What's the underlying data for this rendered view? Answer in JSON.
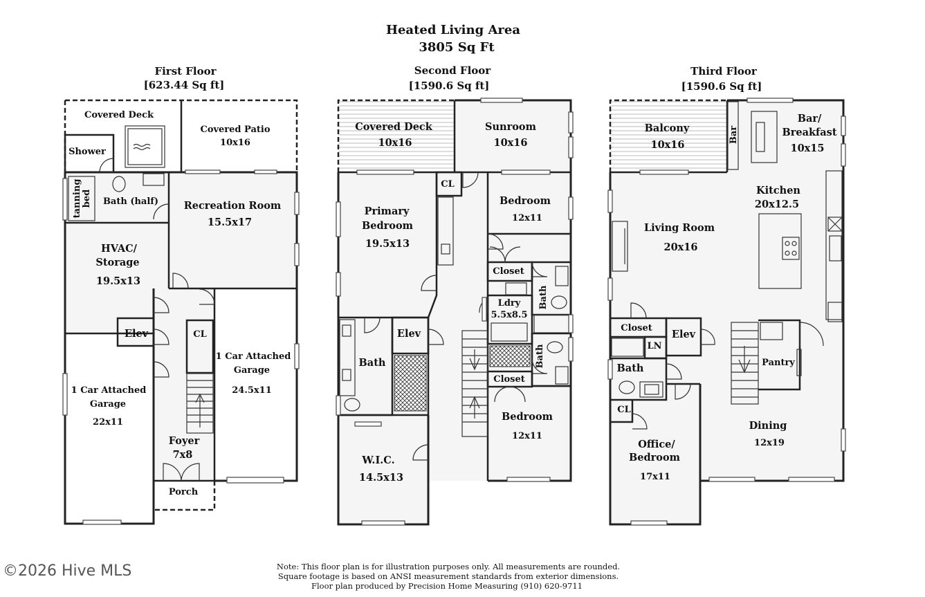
{
  "title": {
    "line1": "Heated Living Area",
    "line2": "3805 Sq Ft"
  },
  "floors": {
    "first": {
      "name": "First Floor",
      "area": "[623.44 Sq ft]",
      "rooms": {
        "covered_deck": "Covered Deck",
        "covered_patio": "Covered Patio",
        "covered_patio_size": "10x16",
        "shower": "Shower",
        "tanning_bed_1": "tanning",
        "tanning_bed_2": "bed",
        "bath_half": "Bath (half)",
        "recreation_room": "Recreation Room",
        "recreation_room_size": "15.5x17",
        "hvac_1": "HVAC/",
        "hvac_2": "Storage",
        "hvac_size": "19.5x13",
        "elev": "Elev",
        "cl": "CL",
        "garage_left_1": "1 Car Attached",
        "garage_left_2": "Garage",
        "garage_left_size": "22x11",
        "garage_right_1": "1 Car Attached",
        "garage_right_2": "Garage",
        "garage_right_size": "24.5x11",
        "foyer": "Foyer",
        "foyer_size": "7x8",
        "porch": "Porch"
      }
    },
    "second": {
      "name": "Second Floor",
      "area": "[1590.6 Sq ft]",
      "rooms": {
        "covered_deck": "Covered Deck",
        "covered_deck_size": "10x16",
        "sunroom": "Sunroom",
        "sunroom_size": "10x16",
        "cl": "CL",
        "primary_1": "Primary",
        "primary_2": "Bedroom",
        "primary_size": "19.5x13",
        "bedroom_a": "Bedroom",
        "bedroom_a_size": "12x11",
        "closet_a": "Closet",
        "ldry": "Ldry",
        "ldry_size": "5.5x8.5",
        "bath_a": "Bath",
        "bath_b": "Bath",
        "bath_primary": "Bath",
        "elev": "Elev",
        "closet_b": "Closet",
        "bedroom_b": "Bedroom",
        "bedroom_b_size": "12x11",
        "wic": "W.I.C.",
        "wic_size": "14.5x13"
      }
    },
    "third": {
      "name": "Third Floor",
      "area": "[1590.6 Sq ft]",
      "rooms": {
        "balcony": "Balcony",
        "balcony_size": "10x16",
        "bar_small": "Bar",
        "bar_1": "Bar/",
        "bar_2": "Breakfast",
        "bar_size": "10x15",
        "kitchen": "Kitchen",
        "kitchen_size": "20x12.5",
        "living": "Living Room",
        "living_size": "20x16",
        "closet": "Closet",
        "elev": "Elev",
        "ln": "LN",
        "bath": "Bath",
        "pantry": "Pantry",
        "cl": "CL",
        "office_1": "Office/",
        "office_2": "Bedroom",
        "office_size": "17x11",
        "dining": "Dining",
        "dining_size": "12x19"
      }
    }
  },
  "notes": {
    "line1": "Note: This floor plan is for illustration purposes only. All measurements are rounded.",
    "line2": "Square footage is based on ANSI measurement standards from exterior dimensions.",
    "line3": "Floor plan produced by Precision Home Measuring (910) 620-9711"
  },
  "watermark": "©2026 Hive MLS"
}
